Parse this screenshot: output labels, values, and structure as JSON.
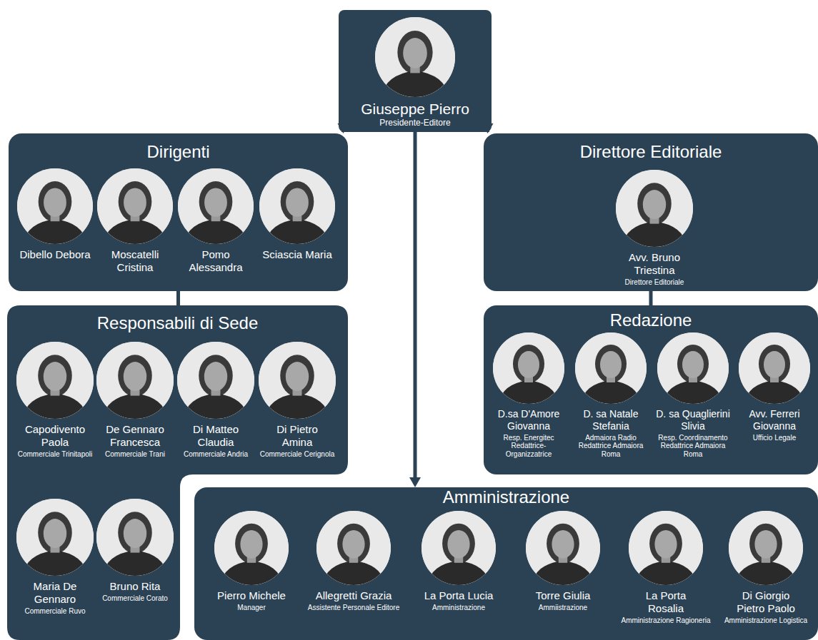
{
  "diagram": {
    "nodes": [
      {
        "text": [
          "Giuseppe Pierro",
          "Presidente-Editore"
        ]
      },
      {
        "text": [
          "Dirigenti"
        ]
      },
      {
        "text": [
          "Dibello Debora"
        ],
        "in": 1
      },
      {
        "text": [
          "Moscatelli Cristina"
        ],
        "in": 1
      },
      {
        "text": [
          "Pomo Alessandra"
        ],
        "in": 1
      },
      {
        "text": [
          "Sciascia Maria"
        ],
        "in": 1
      },
      {
        "text": [
          "Direttore Editoriale"
        ]
      },
      {
        "text": [
          "Avv. Bruno Triestina",
          "Direttore Editoriale"
        ],
        "in": 6
      },
      {
        "text": [
          "Responsabili di Sede"
        ]
      },
      {
        "text": [
          "Capodivento Paola",
          "Commerciale Trinitapoli"
        ],
        "in": 8
      },
      {
        "text": [
          "De Gennaro Francesca",
          "Commerciale Trani"
        ],
        "in": 8
      },
      {
        "text": [
          "Di Matteo Claudia",
          "Commerciale Andria"
        ],
        "in": 8
      },
      {
        "text": [
          "Di Pietro Amina",
          "Commerciale Cerignola"
        ],
        "in": 8
      },
      {
        "text": [
          "Maria De Gennaro",
          "Commerciale Ruvo"
        ],
        "in": 8
      },
      {
        "text": [
          "Bruno Rita",
          "Commerciale Corato"
        ],
        "in": 8
      },
      {
        "text": [
          "Redazione"
        ]
      },
      {
        "text": [
          "D.sa D'Amore Giovanna",
          "Resp. Energitec Redattrice-Organizzatrice"
        ],
        "in": 15
      },
      {
        "text": [
          "D. sa Natale Stefania",
          "Admaiora Radio Redattrice Admaiora Roma"
        ],
        "in": 15
      },
      {
        "text": [
          "D. sa Quaglierini Slivia",
          "Resp. Coordinamento Redattrice Admaiora Roma"
        ],
        "in": 15
      },
      {
        "text": [
          "Avv. Ferreri Giovanna",
          "Ufficio Legale"
        ],
        "in": 15
      },
      {
        "text": [
          "Amministrazione"
        ]
      },
      {
        "text": [
          "Pierro Michele",
          "Manager"
        ],
        "in": 20
      },
      {
        "text": [
          "Allegretti Grazia",
          "Assistente Personale Editore"
        ],
        "in": 20
      },
      {
        "text": [
          "La Porta Lucia",
          "Amministrazione"
        ],
        "in": 20
      },
      {
        "text": [
          "Torre Giulia",
          "Ammiistrazione"
        ],
        "in": 20
      },
      {
        "text": [
          "La Porta Rosalia",
          "Amministrazione Ragioneria"
        ],
        "in": 20
      },
      {
        "text": [
          "Di Giorgio Pietro Paolo",
          "Amministrazione Logistica"
        ],
        "in": 20
      }
    ],
    "edges": [
      {
        "from": 0,
        "to": 1,
        "arrow": "to"
      },
      {
        "from": 0,
        "to": 6,
        "arrow": "to"
      },
      {
        "from": 0,
        "to": 20,
        "arrow": "to"
      },
      {
        "from": 1,
        "to": 8,
        "arrow": "none"
      },
      {
        "from": 6,
        "to": 15,
        "arrow": "none"
      }
    ]
  }
}
